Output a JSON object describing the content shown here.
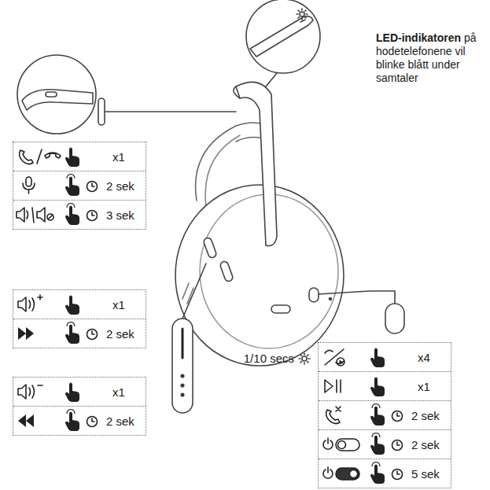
{
  "diagram": {
    "nodes": [
      {
        "text": [
          "x1",
          "2 sek",
          "3 sek"
        ]
      },
      {
        "text": [
          "x1",
          "2 sek"
        ]
      },
      {
        "text": [
          "x1",
          "2 sek"
        ]
      },
      {
        "text": [
          "x4",
          "x1",
          "2 sek",
          "2 sek",
          "5 sek"
        ]
      }
    ],
    "labels": [
      "LED-indikatoren",
      "på hodetelefonene vil blinke blått under samtaler",
      "1/10 secs"
    ]
  }
}
